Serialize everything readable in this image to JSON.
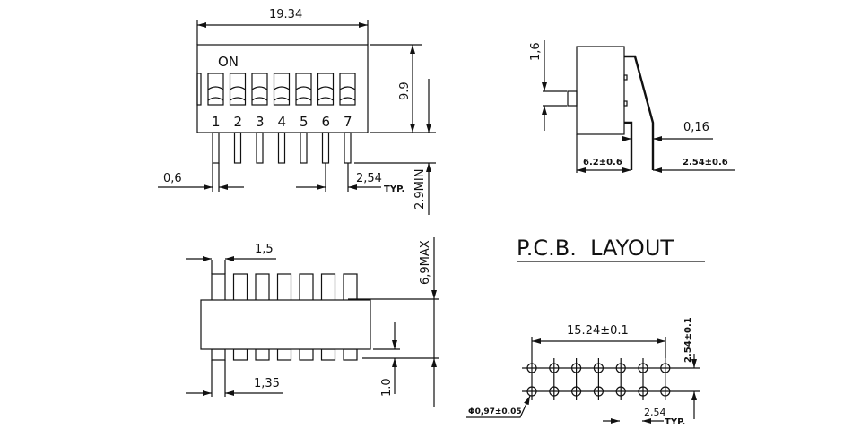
{
  "top_view": {
    "on_label": "ON",
    "switch_numbers": [
      "1",
      "2",
      "3",
      "4",
      "5",
      "6",
      "7"
    ],
    "dim_width": "19.34",
    "dim_height": "9.9",
    "dim_pin_width": "0,6",
    "dim_pitch": "2,54",
    "typ": "TYP.",
    "dim_pin_length": "2.9MIN"
  },
  "side_view": {
    "dim_actuator": "1,6",
    "dim_lead": "0,16",
    "dim_body": "6.2±0.6",
    "dim_lead_offset": "2.54±0.6"
  },
  "bottom_view": {
    "dim_top": "1,5",
    "dim_bottom": "1,35",
    "dim_max": "6,9MAX",
    "dim_standoff": "1.0"
  },
  "pcb_layout": {
    "title": "P.C.B.  LAYOUT",
    "dim_span": "15.24±0.1",
    "dim_row": "2.54±0.1",
    "dim_hole": "Φ0,97±0.05",
    "dim_pitch": "2,54",
    "typ": "TYP."
  }
}
